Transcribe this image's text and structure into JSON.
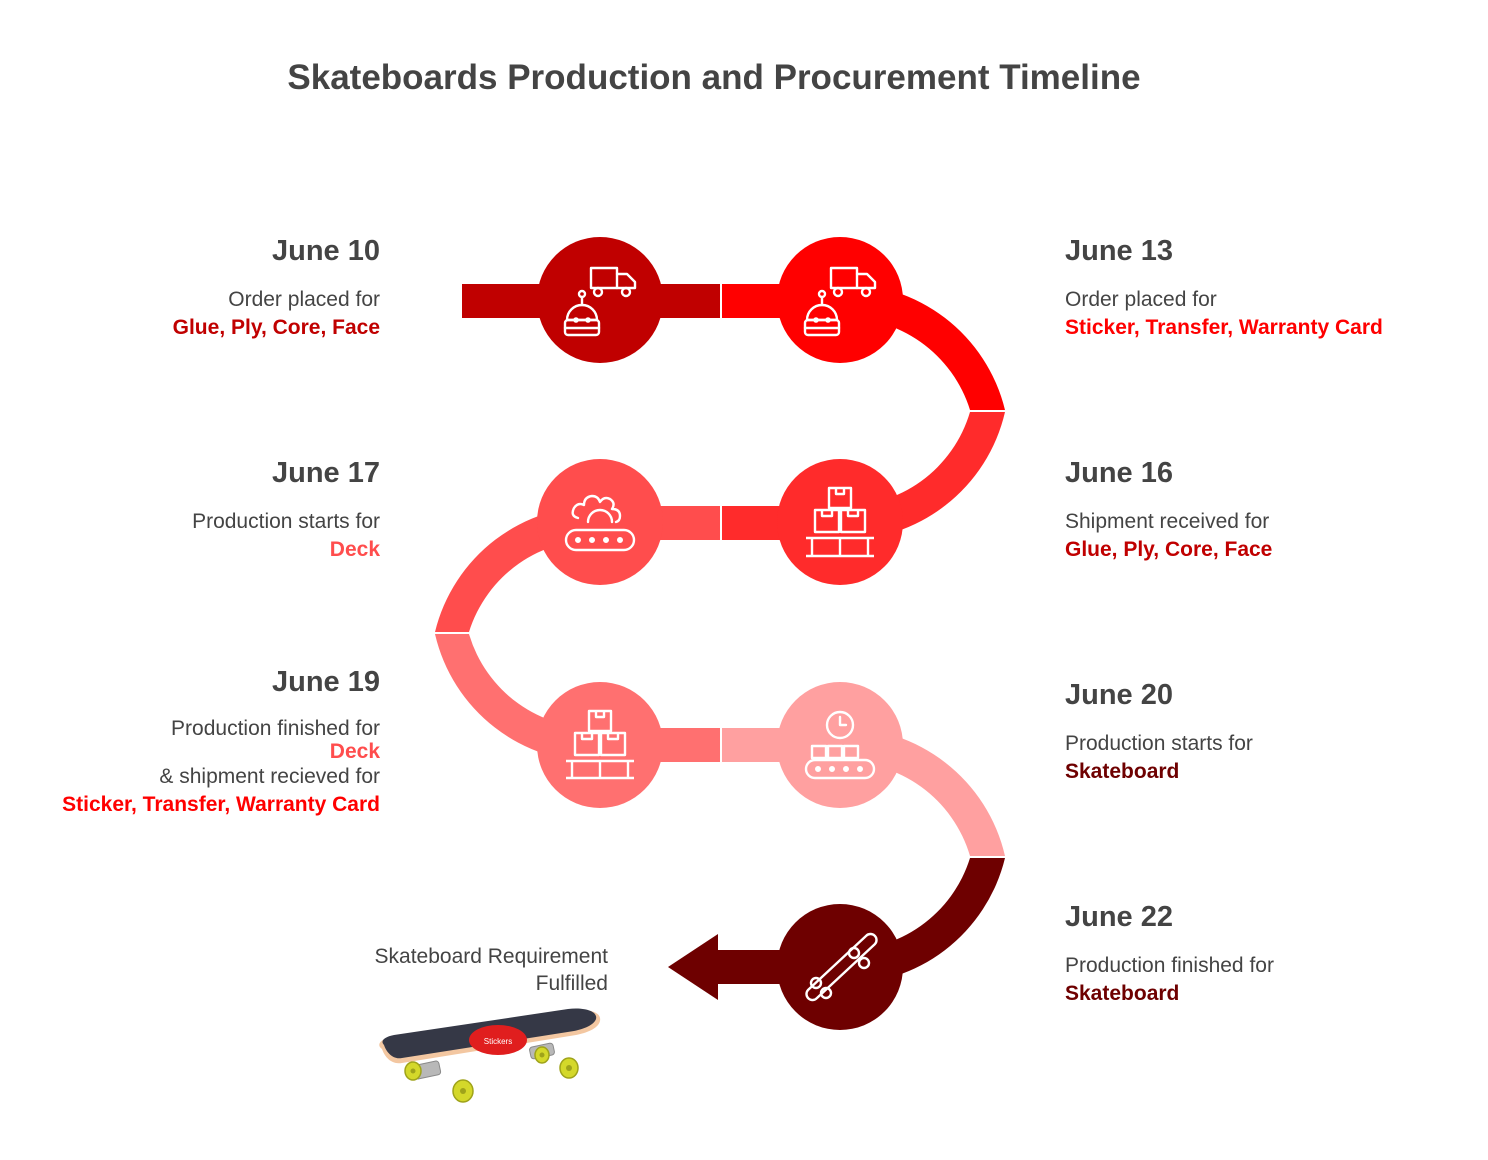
{
  "title": "Skateboards Production and Procurement Timeline",
  "colors": {
    "step1": "#c00000",
    "step2": "#ff0000",
    "step3": "#ff2b2b",
    "step4": "#ff4d4d",
    "step5": "#ff7070",
    "step6": "#ffa0a0",
    "step7": "#6e0000",
    "text": "#444444"
  },
  "steps": [
    {
      "date": "June 10",
      "desc": "Order placed for",
      "highlight": "Glue, Ply, Core, Face",
      "highlight_color": "#c00000",
      "icon": "robot-delivery-truck-icon"
    },
    {
      "date": "June 13",
      "desc": "Order placed for",
      "highlight": "Sticker, Transfer, Warranty Card",
      "highlight_color": "#ff0000",
      "icon": "robot-delivery-truck-icon"
    },
    {
      "date": "June 16",
      "desc": "Shipment received for",
      "highlight": "Glue, Ply, Core, Face",
      "highlight_color": "#c00000",
      "icon": "stacked-boxes-pallet-icon"
    },
    {
      "date": "June 17",
      "desc": "Production starts for",
      "highlight": "Deck",
      "highlight_color": "#ff4d4d",
      "icon": "conveyor-gear-icon"
    },
    {
      "date": "June 19",
      "desc": "Production finished for",
      "highlight": "Deck",
      "highlight_color": "#ff4d4d",
      "desc2": "& shipment recieved for",
      "highlight2": "Sticker, Transfer, Warranty Card",
      "highlight2_color": "#ff0000",
      "icon": "stacked-boxes-pallet-icon"
    },
    {
      "date": "June 20",
      "desc": "Production starts for",
      "highlight": "Skateboard",
      "highlight_color": "#6e0000",
      "icon": "conveyor-clock-icon"
    },
    {
      "date": "June 22",
      "desc": "Production finished for",
      "highlight": "Skateboard",
      "highlight_color": "#6e0000",
      "icon": "skateboard-icon"
    }
  ],
  "end": {
    "label_line1": "Skateboard Requirement",
    "label_line2": "Fulfilled",
    "sticker_text": "Stickers"
  }
}
